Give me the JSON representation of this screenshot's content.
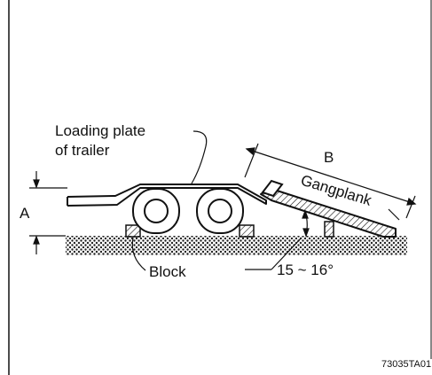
{
  "labels": {
    "loading_plate_line1": "Loading plate",
    "loading_plate_line2": "of trailer",
    "dimension_a": "A",
    "dimension_b": "B",
    "gangplank": "Gangplank",
    "block": "Block",
    "angle": "15 ~ 16°",
    "figure_code": "73035TA01"
  }
}
